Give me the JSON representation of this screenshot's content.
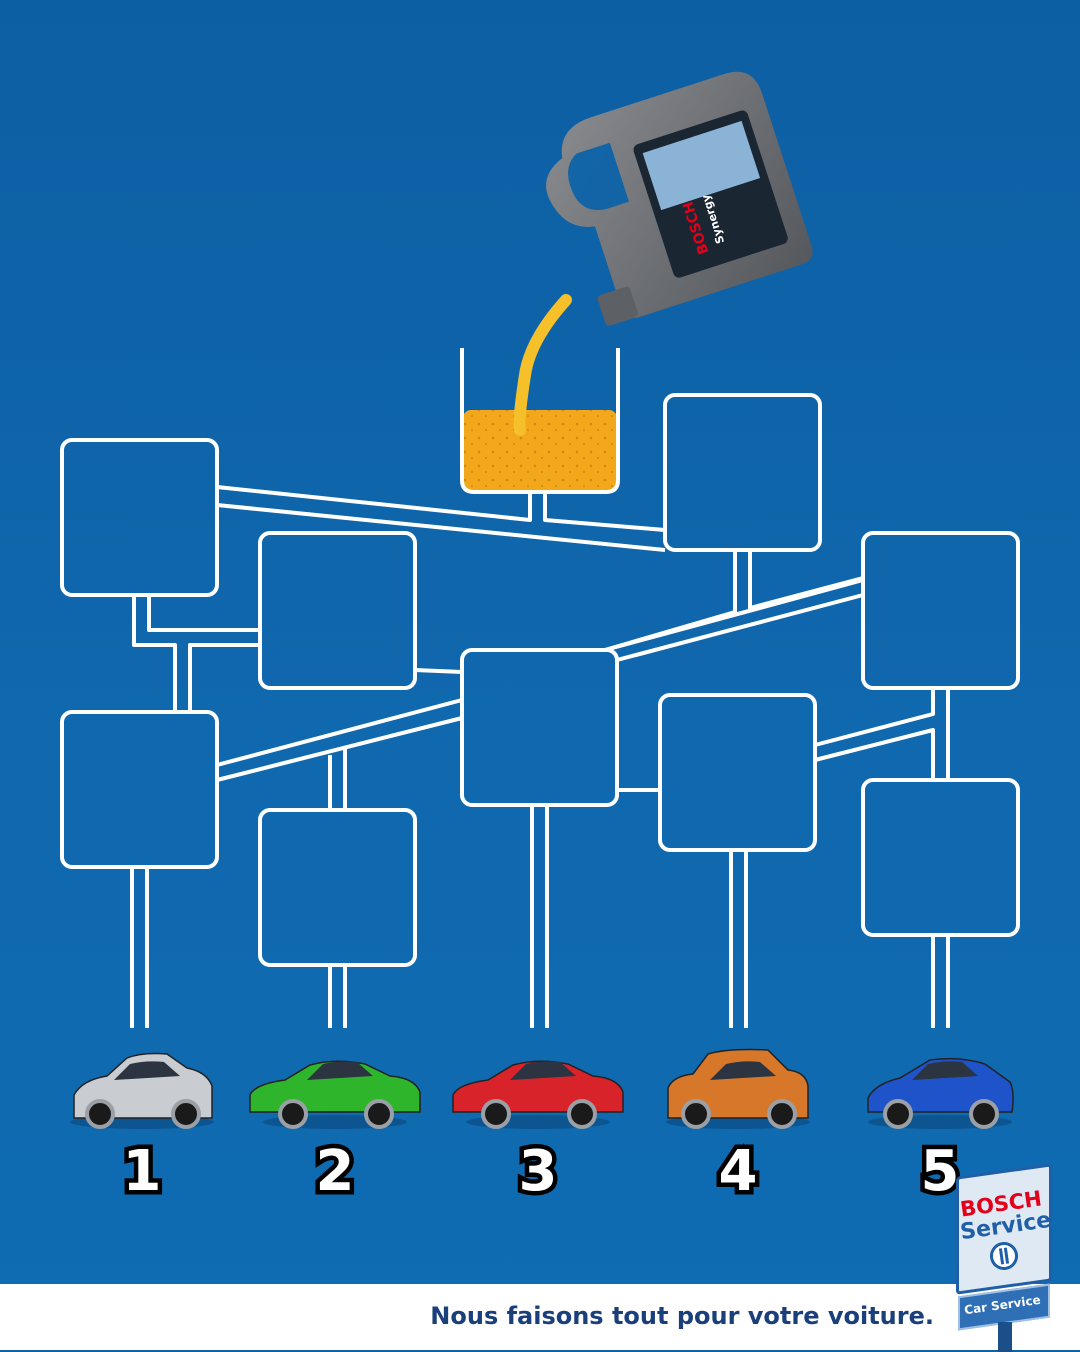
{
  "colors": {
    "background": "#0d63a8",
    "lines": "#ffffff",
    "oil": "#f2a81a",
    "footer": "#ffffff",
    "tagline": "#1a3f7a",
    "bosch_red": "#e2001a",
    "bosch_blue": "#1f5fa8"
  },
  "oil_can": {
    "brand": "BOSCH",
    "product": "Synergy"
  },
  "cars": [
    {
      "number": "1",
      "color": "#c9ccd1",
      "style": "hatchback"
    },
    {
      "number": "2",
      "color": "#2fb52c",
      "style": "muscle"
    },
    {
      "number": "3",
      "color": "#d8232a",
      "style": "muscle"
    },
    {
      "number": "4",
      "color": "#d7772a",
      "style": "suv"
    },
    {
      "number": "5",
      "color": "#1e53c9",
      "style": "supercar"
    }
  ],
  "footer": {
    "tagline": "Nous faisons tout pour votre voiture."
  },
  "sign": {
    "brand": "BOSCH",
    "service": "Service",
    "panel": "Car Service"
  }
}
